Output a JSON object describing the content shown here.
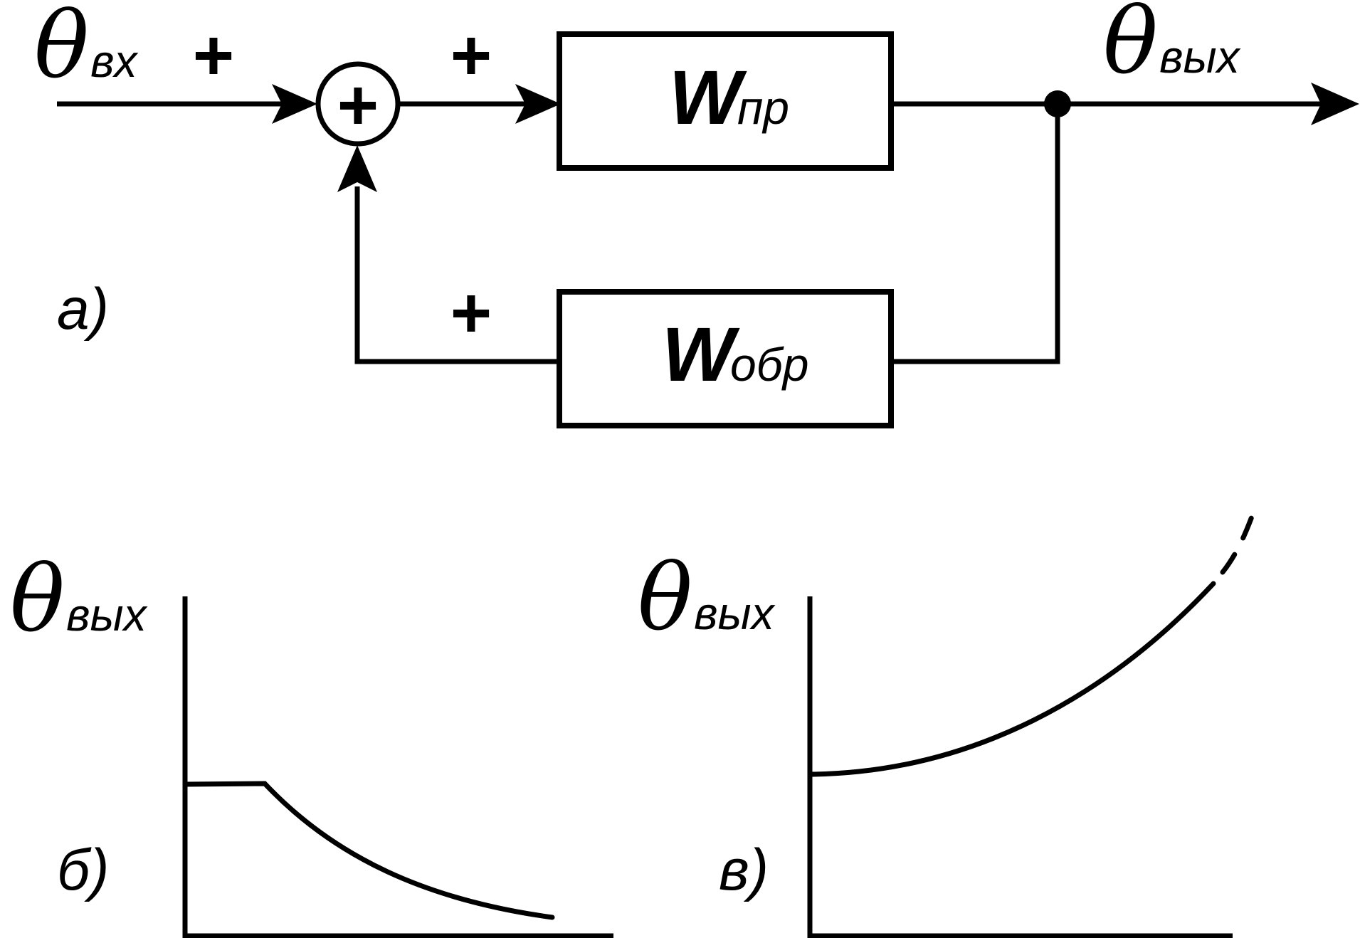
{
  "input_signal": {
    "symbol": "θ",
    "subscript": "вх"
  },
  "output_signal": {
    "symbol": "θ",
    "subscript": "вых"
  },
  "summer": {
    "symbol": "+"
  },
  "signs": {
    "input": "+",
    "forward": "+",
    "feedback": "+"
  },
  "forward_block": {
    "symbol": "W",
    "subscript": "пр"
  },
  "feedback_block": {
    "symbol": "W",
    "subscript": "обр"
  },
  "panel_labels": {
    "a": "а)",
    "b": "б)",
    "c": "в)"
  },
  "graph_b": {
    "y_axis": {
      "symbol": "θ",
      "subscript": "вых"
    }
  },
  "graph_c": {
    "y_axis": {
      "symbol": "θ",
      "subscript": "вых"
    }
  }
}
